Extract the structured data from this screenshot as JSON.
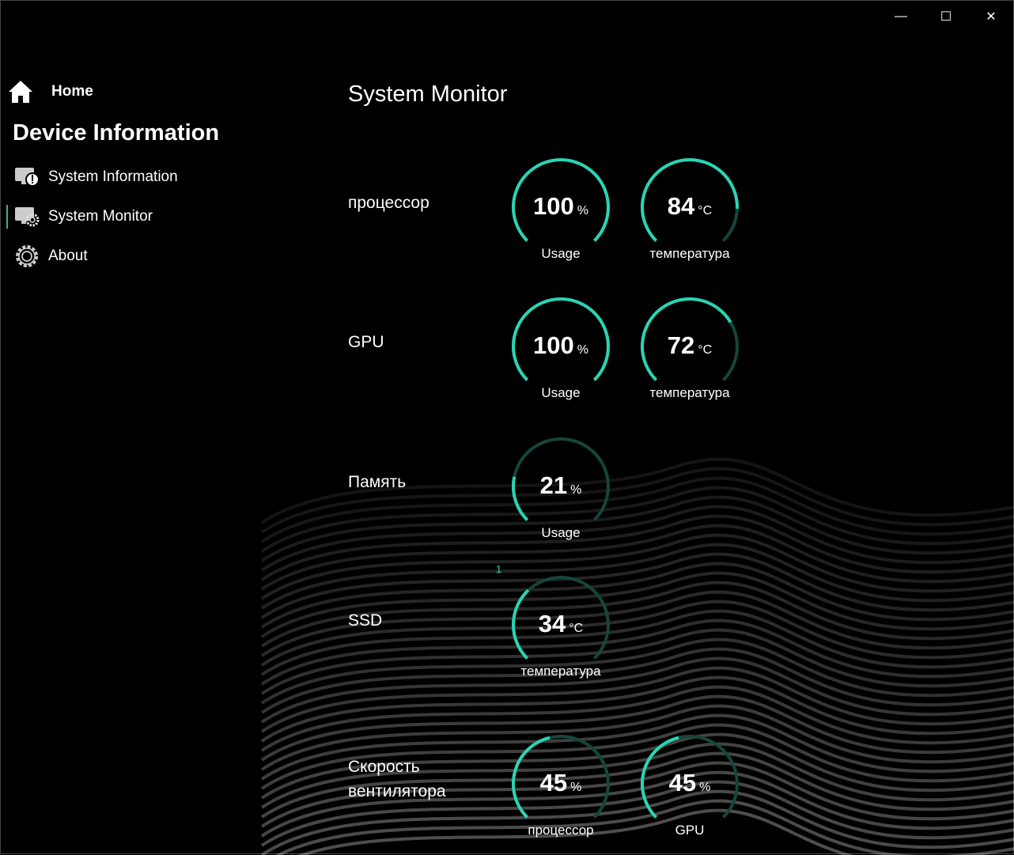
{
  "window": {
    "minimize": "—",
    "maximize": "☐",
    "close": "✕"
  },
  "sidebar": {
    "home": "Home",
    "section": "Device Information",
    "items": [
      {
        "label": "System Information",
        "icon": "monitor-info-icon"
      },
      {
        "label": "System Monitor",
        "icon": "monitor-gear-icon",
        "selected": true
      },
      {
        "label": "About",
        "icon": "gear-icon"
      }
    ]
  },
  "page": {
    "title": "System Monitor"
  },
  "accent": "#2ad4b4",
  "track": "#14463c",
  "rows": [
    {
      "label": "процессор",
      "gauges": [
        {
          "value": "100",
          "unit": "%",
          "caption": "Usage",
          "fill": 100
        },
        {
          "value": "84",
          "unit": "°C",
          "caption": "температура",
          "fill": 84
        }
      ]
    },
    {
      "label": "GPU",
      "gauges": [
        {
          "value": "100",
          "unit": "%",
          "caption": "Usage",
          "fill": 100
        },
        {
          "value": "72",
          "unit": "°C",
          "caption": "температура",
          "fill": 72
        }
      ]
    },
    {
      "label": "Память",
      "gauges": [
        {
          "value": "21",
          "unit": "%",
          "caption": "Usage",
          "fill": 21
        }
      ]
    },
    {
      "label": "SSD",
      "gauges": [
        {
          "value": "34",
          "unit": "°C",
          "caption": "температура",
          "fill": 34
        }
      ]
    },
    {
      "label": "Скорость вентилятора",
      "gauges": [
        {
          "value": "45",
          "unit": "%",
          "caption": "процессор",
          "fill": 45
        },
        {
          "value": "45",
          "unit": "%",
          "caption": "GPU",
          "fill": 45
        }
      ]
    }
  ],
  "ssd_index": "1"
}
